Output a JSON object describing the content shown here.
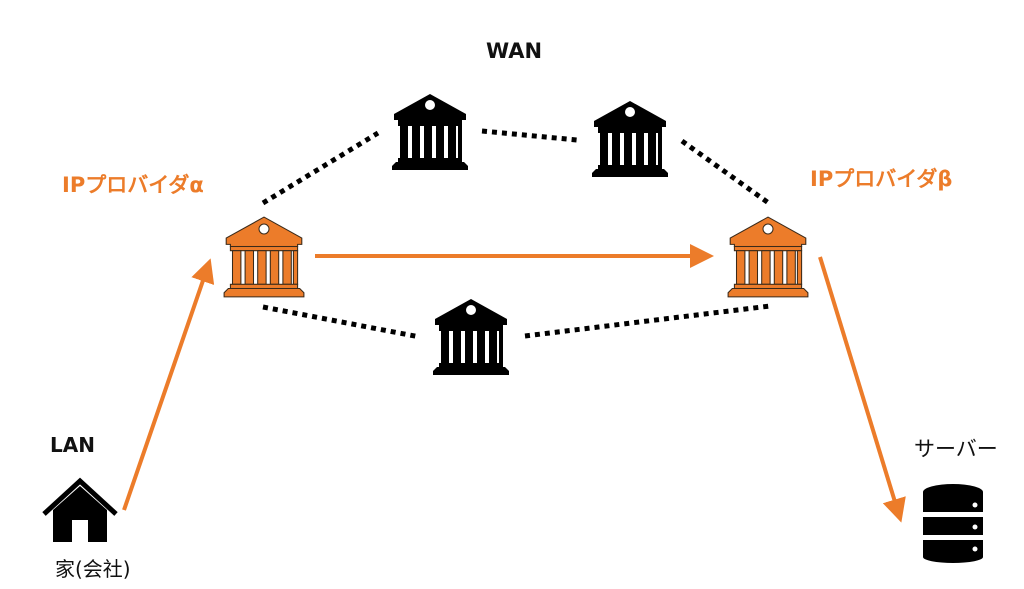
{
  "diagram": {
    "title_wan": "WAN",
    "label_lan": "LAN",
    "provider_alpha": "IPプロバイダα",
    "provider_beta": "IPプロバイダβ",
    "home_label": "家(会社)",
    "server_label": "サーバー",
    "colors": {
      "accent": "#ec7c2a",
      "dark": "#000000",
      "background": "#ffffff"
    },
    "nodes": [
      {
        "id": "home",
        "icon": "house-icon",
        "label": "家(会社)",
        "group": "LAN"
      },
      {
        "id": "provider-alpha",
        "icon": "bank-building-icon",
        "label": "IPプロバイダα",
        "highlight": true
      },
      {
        "id": "wan-top-left",
        "icon": "bank-building-icon",
        "group": "WAN"
      },
      {
        "id": "wan-top-right",
        "icon": "bank-building-icon",
        "group": "WAN"
      },
      {
        "id": "wan-bottom",
        "icon": "bank-building-icon",
        "group": "WAN"
      },
      {
        "id": "provider-beta",
        "icon": "bank-building-icon",
        "label": "IPプロバイダβ",
        "highlight": true
      },
      {
        "id": "server",
        "icon": "database-server-icon",
        "label": "サーバー"
      }
    ],
    "edges": [
      {
        "from": "home",
        "to": "provider-alpha",
        "style": "arrow",
        "color": "orange"
      },
      {
        "from": "provider-alpha",
        "to": "provider-beta",
        "style": "arrow",
        "color": "orange"
      },
      {
        "from": "provider-beta",
        "to": "server",
        "style": "arrow",
        "color": "orange"
      },
      {
        "from": "provider-alpha",
        "to": "wan-top-left",
        "style": "dotted",
        "color": "black"
      },
      {
        "from": "wan-top-left",
        "to": "wan-top-right",
        "style": "dotted",
        "color": "black"
      },
      {
        "from": "wan-top-right",
        "to": "provider-beta",
        "style": "dotted",
        "color": "black"
      },
      {
        "from": "provider-alpha",
        "to": "wan-bottom",
        "style": "dotted",
        "color": "black"
      },
      {
        "from": "wan-bottom",
        "to": "provider-beta",
        "style": "dotted",
        "color": "black"
      }
    ]
  }
}
